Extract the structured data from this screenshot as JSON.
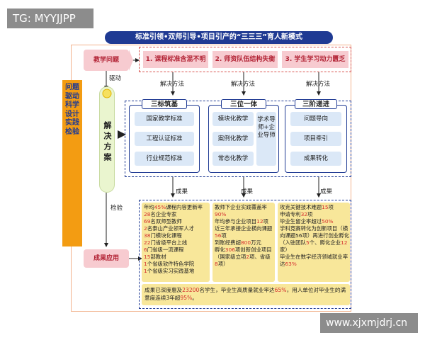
{
  "watermarks": {
    "top": "TG: MYYJJPP",
    "bottom": "www.xjxmjdrj.cn"
  },
  "title": "标准引领•双师引导•项目引产的“三三三”育人新模式",
  "left_vertical_text": "问题驱动  科学设计  实践检验",
  "teaching_problems": {
    "label": "教学问题",
    "items": [
      "1. 课程标准含混不明",
      "2. 师资队伍结构失衡",
      "3. 学生学习动力匮乏"
    ]
  },
  "labels": {
    "drive": "驱动",
    "solution_method": "解决方法",
    "results": "成果",
    "inspect": "检验"
  },
  "solution": {
    "label": "解决方案"
  },
  "groups": [
    {
      "title": "三标筑基",
      "items": [
        "国家教学标准",
        "工程认证标准",
        "行业规范标准"
      ]
    },
    {
      "title": "三位一体",
      "items": [
        "模块化教学",
        "案例化教学",
        "常态化教学"
      ],
      "side": "学术导师+企业导师"
    },
    {
      "title": "三阶递进",
      "items": [
        "问题导向",
        "项目牵引",
        "成果转化"
      ]
    }
  ],
  "results": {
    "col1": [
      [
        {
          "t": "年均"
        },
        {
          "t": "45%",
          "h": true
        },
        {
          "t": "课程内容更新率"
        }
      ],
      [
        {
          "t": "28",
          "h": true
        },
        {
          "t": "名企业专家"
        }
      ],
      [
        {
          "t": "69",
          "h": true
        },
        {
          "t": "名双师型教师"
        }
      ],
      [
        {
          "t": "2",
          "h": true
        },
        {
          "t": "名泰山产业领军人才"
        }
      ],
      [
        {
          "t": "38",
          "h": true
        },
        {
          "t": "门模块化课程"
        }
      ],
      [
        {
          "t": "22",
          "h": true
        },
        {
          "t": "门省级平台上线"
        }
      ],
      [
        {
          "t": "6",
          "h": true
        },
        {
          "t": "门省级一流课程"
        }
      ],
      [
        {
          "t": "15",
          "h": true
        },
        {
          "t": "部教材"
        }
      ],
      [
        {
          "t": "1",
          "h": true
        },
        {
          "t": "个省级软件特色学院"
        }
      ],
      [
        {
          "t": "1",
          "h": true
        },
        {
          "t": "个省级实习实践基地"
        }
      ]
    ],
    "col2": [
      [
        {
          "t": "教师下企业实践覆盖率"
        }
      ],
      [
        {
          "t": "90%",
          "h": true
        }
      ],
      [
        {
          "t": "年均参与企业项目"
        },
        {
          "t": "12",
          "h": true
        },
        {
          "t": "项"
        }
      ],
      [
        {
          "t": "近三年承接企业横向课题"
        }
      ],
      [
        {
          "t": "56",
          "h": true
        },
        {
          "t": "项"
        }
      ],
      [
        {
          "t": "到账经费超"
        },
        {
          "t": "800",
          "h": true
        },
        {
          "t": "万元"
        }
      ],
      [
        {
          "t": "孵化"
        },
        {
          "t": "306",
          "h": true
        },
        {
          "t": "项创新创业项目"
        }
      ],
      [
        {
          "t": "（国家级立项"
        },
        {
          "t": "2",
          "h": true
        },
        {
          "t": "项、省级"
        }
      ],
      [
        {
          "t": "8",
          "h": true
        },
        {
          "t": "项）"
        }
      ]
    ],
    "col3": [
      [
        {
          "t": "攻克关键技术难题"
        },
        {
          "t": "15",
          "h": true
        },
        {
          "t": "项"
        }
      ],
      [
        {
          "t": "申请专利"
        },
        {
          "t": "32",
          "h": true
        },
        {
          "t": "项"
        }
      ],
      [
        {
          "t": "毕业生留企率超过"
        },
        {
          "t": "50%",
          "h": true
        }
      ],
      [
        {
          "t": "学科竞赛转化为创新项目（横"
        }
      ],
      [
        {
          "t": "向课题56项）再进行创业孵化"
        }
      ],
      [
        {
          "t": "（入驻团队"
        },
        {
          "t": "5",
          "h": true
        },
        {
          "t": "个、孵化企业"
        },
        {
          "t": "12",
          "h": true
        }
      ],
      [
        {
          "t": "家）"
        }
      ],
      [
        {
          "t": "毕业生在数字经济领域就业率"
        }
      ],
      [
        {
          "t": "达"
        },
        {
          "t": "63%",
          "h": true
        }
      ]
    ],
    "bottom": [
      [
        {
          "t": "成果已深度惠及"
        },
        {
          "t": "23200",
          "h": true
        },
        {
          "t": "名学生，毕业生高质量就业率达"
        },
        {
          "t": "65%",
          "h": true
        },
        {
          "t": "，用人单位对毕业生的满"
        }
      ],
      [
        {
          "t": "意度连续3年超"
        },
        {
          "t": "95%",
          "h": true
        },
        {
          "t": "。"
        }
      ]
    ]
  },
  "achievement": {
    "label": "成果应用"
  },
  "colors": {
    "navy": "#1f3a93",
    "orange": "#f39c12",
    "pink": "#f7cbd0",
    "red": "#d32f2f",
    "yellow": "#f8e79a",
    "light_blue": "#dbe8f7",
    "light_green": "#eaf5cf"
  }
}
